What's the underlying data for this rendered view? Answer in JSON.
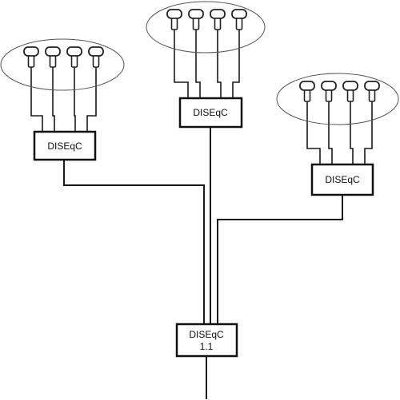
{
  "switches": {
    "left": {
      "label": "DISEqC"
    },
    "top": {
      "label": "DISEqC"
    },
    "right": {
      "label": "DISEqC"
    },
    "main": {
      "label_line1": "DISEqC",
      "label_line2": "1.1"
    }
  },
  "lnb_groups": [
    {
      "group": "left",
      "lnb_count": 4
    },
    {
      "group": "top",
      "lnb_count": 4
    },
    {
      "group": "right",
      "lnb_count": 4
    }
  ]
}
